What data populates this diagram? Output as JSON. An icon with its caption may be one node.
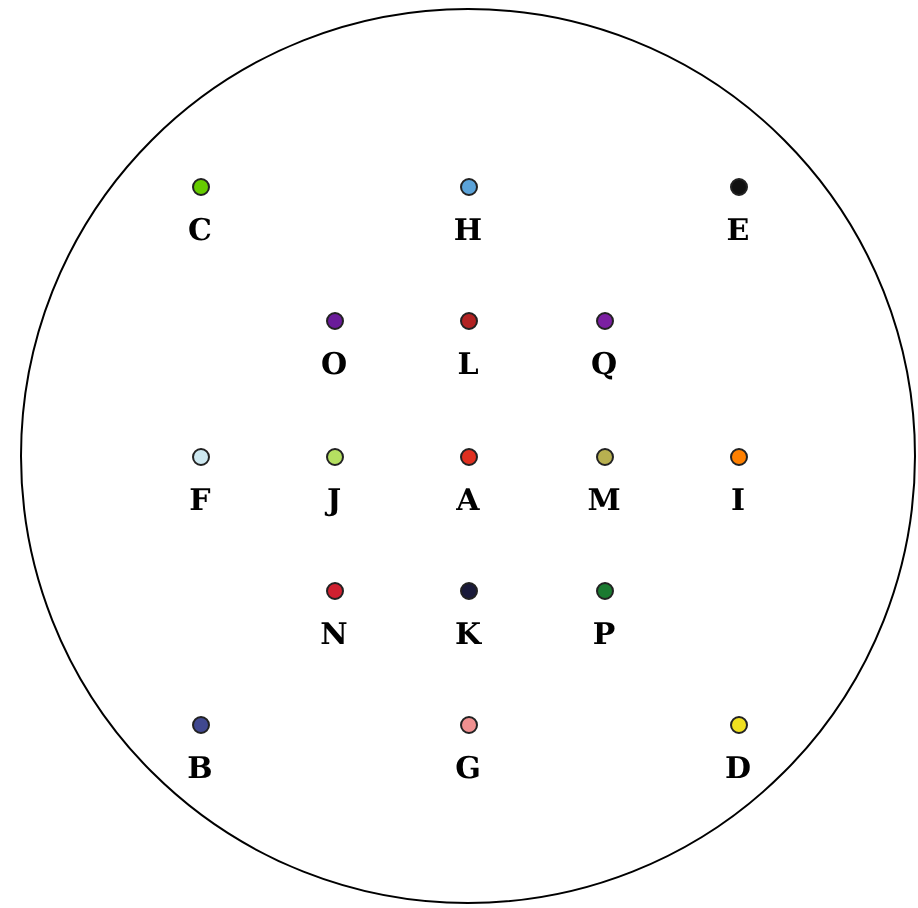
{
  "diagram": {
    "nodes": [
      {
        "text": [],
        "shape": "circle"
      },
      {
        "text": [
          "C"
        ],
        "in": 0
      },
      {
        "text": [
          "H"
        ],
        "in": 0
      },
      {
        "text": [
          "E"
        ],
        "in": 0
      },
      {
        "text": [
          "O"
        ],
        "in": 0
      },
      {
        "text": [
          "L"
        ],
        "in": 0
      },
      {
        "text": [
          "Q"
        ],
        "in": 0
      },
      {
        "text": [
          "F"
        ],
        "in": 0
      },
      {
        "text": [
          "J"
        ],
        "in": 0
      },
      {
        "text": [
          "A"
        ],
        "in": 0
      },
      {
        "text": [
          "M"
        ],
        "in": 0
      },
      {
        "text": [
          "I"
        ],
        "in": 0
      },
      {
        "text": [
          "N"
        ],
        "in": 0
      },
      {
        "text": [
          "K"
        ],
        "in": 0
      },
      {
        "text": [
          "P"
        ],
        "in": 0
      },
      {
        "text": [
          "B"
        ],
        "in": 0
      },
      {
        "text": [
          "G"
        ],
        "in": 0
      },
      {
        "text": [
          "D"
        ],
        "in": 0
      }
    ]
  }
}
